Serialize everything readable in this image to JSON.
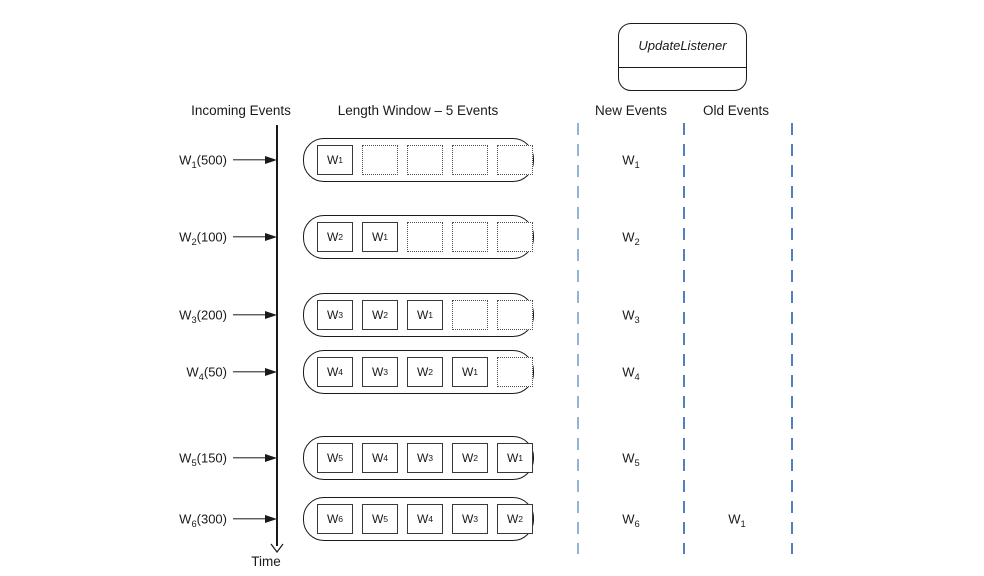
{
  "update_listener": {
    "label": "UpdateListener"
  },
  "headers": {
    "incoming": "Incoming Events",
    "window": "Length Window – 5 Events",
    "new_events": "New Events",
    "old_events": "Old Events"
  },
  "time_axis": {
    "label": "Time"
  },
  "colors": {
    "separator_light": "#95b3d7",
    "separator_dark": "#4f81bd",
    "stroke": "#1a1a1a"
  },
  "rows": [
    {
      "incoming": {
        "base": "W",
        "sub": "1",
        "value": "(500)"
      },
      "window": [
        {
          "base": "W",
          "sub": "1"
        },
        null,
        null,
        null,
        null
      ],
      "new_event": {
        "base": "W",
        "sub": "1"
      },
      "old_event": null
    },
    {
      "incoming": {
        "base": "W",
        "sub": "2",
        "value": "(100)"
      },
      "window": [
        {
          "base": "W",
          "sub": "2"
        },
        {
          "base": "W",
          "sub": "1"
        },
        null,
        null,
        null
      ],
      "new_event": {
        "base": "W",
        "sub": "2"
      },
      "old_event": null
    },
    {
      "incoming": {
        "base": "W",
        "sub": "3",
        "value": "(200)"
      },
      "window": [
        {
          "base": "W",
          "sub": "3"
        },
        {
          "base": "W",
          "sub": "2"
        },
        {
          "base": "W",
          "sub": "1"
        },
        null,
        null
      ],
      "new_event": {
        "base": "W",
        "sub": "3"
      },
      "old_event": null
    },
    {
      "incoming": {
        "base": "W",
        "sub": "4",
        "value": "(50)"
      },
      "window": [
        {
          "base": "W",
          "sub": "4"
        },
        {
          "base": "W",
          "sub": "3"
        },
        {
          "base": "W",
          "sub": "2"
        },
        {
          "base": "W",
          "sub": "1"
        },
        null
      ],
      "new_event": {
        "base": "W",
        "sub": "4"
      },
      "old_event": null
    },
    {
      "incoming": {
        "base": "W",
        "sub": "5",
        "value": "(150)"
      },
      "window": [
        {
          "base": "W",
          "sub": "5"
        },
        {
          "base": "W",
          "sub": "4"
        },
        {
          "base": "W",
          "sub": "3"
        },
        {
          "base": "W",
          "sub": "2"
        },
        {
          "base": "W",
          "sub": "1"
        }
      ],
      "new_event": {
        "base": "W",
        "sub": "5"
      },
      "old_event": null
    },
    {
      "incoming": {
        "base": "W",
        "sub": "6",
        "value": "(300)"
      },
      "window": [
        {
          "base": "W",
          "sub": "6"
        },
        {
          "base": "W",
          "sub": "5"
        },
        {
          "base": "W",
          "sub": "4"
        },
        {
          "base": "W",
          "sub": "3"
        },
        {
          "base": "W",
          "sub": "2"
        }
      ],
      "new_event": {
        "base": "W",
        "sub": "6"
      },
      "old_event": {
        "base": "W",
        "sub": "1"
      }
    }
  ]
}
